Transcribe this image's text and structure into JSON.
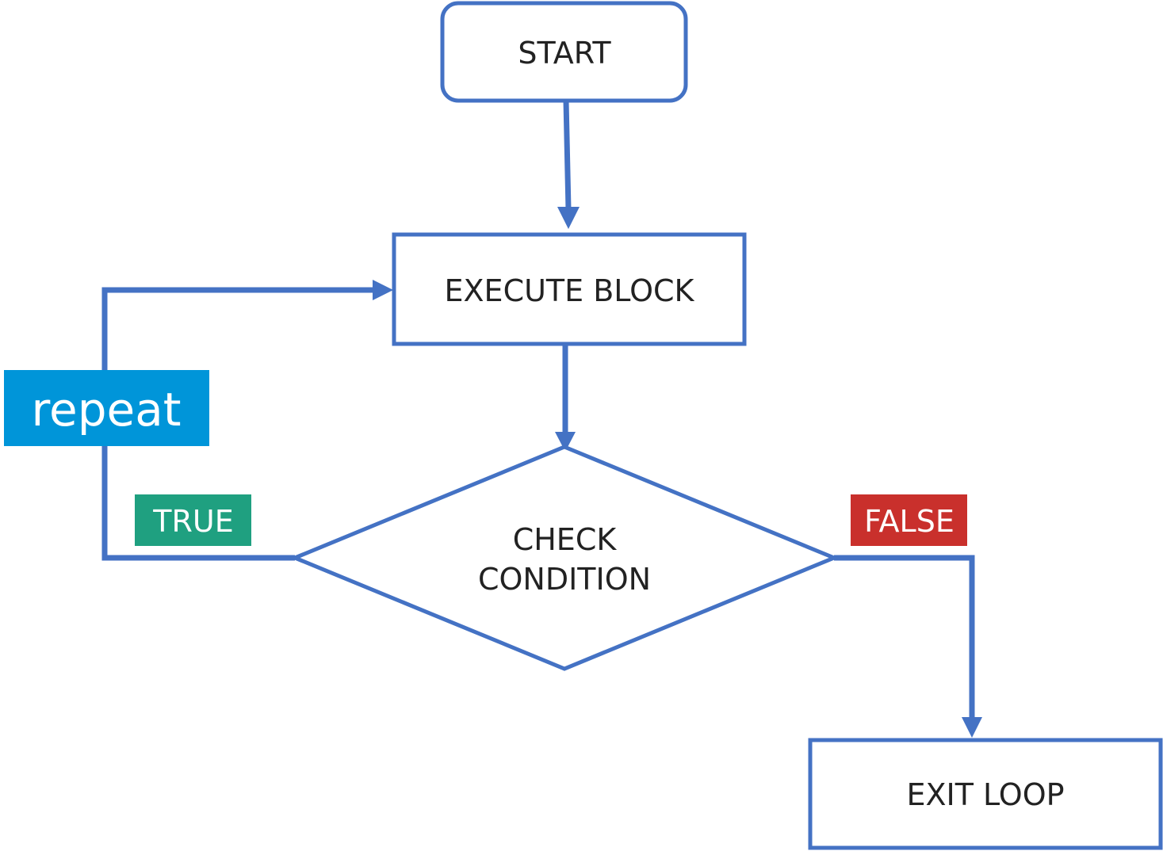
{
  "nodes": {
    "start": "START",
    "execute": "EXECUTE BLOCK",
    "check_line1": "CHECK",
    "check_line2": "CONDITION",
    "exit": "EXIT LOOP"
  },
  "labels": {
    "repeat": "repeat",
    "true": "TRUE",
    "false": "FALSE"
  },
  "colors": {
    "stroke": "#4472C4",
    "repeat_bg": "#0095D9",
    "true_bg": "#1FA080",
    "false_bg": "#C9302C"
  }
}
